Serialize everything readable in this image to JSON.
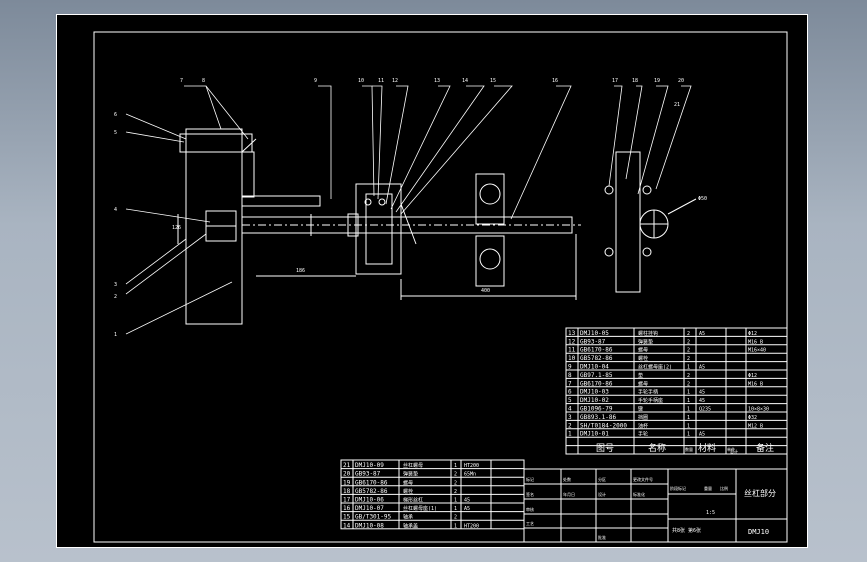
{
  "drawing": {
    "title": "丝杠部分",
    "code": "DMJ10",
    "scale": "1:5",
    "sheets": "共8张 第6张",
    "header_labels": {
      "drawing_no": "图号",
      "name": "名称",
      "qty": "数量",
      "material": "材料",
      "remark": "备注",
      "unit_weight": "单件",
      "total": "总计"
    },
    "signoff": [
      "标记",
      "处数",
      "分区",
      "更改文件号",
      "签名",
      "年月日",
      "设计",
      "标准化",
      "阶段标记",
      "重量",
      "比例",
      "审核",
      "工艺",
      "批准"
    ]
  },
  "balloons": [
    "1",
    "2",
    "3",
    "4",
    "5",
    "6",
    "7",
    "8",
    "9",
    "10",
    "11",
    "12",
    "13",
    "14",
    "15",
    "16",
    "17",
    "18",
    "19",
    "20",
    "21"
  ],
  "dims": {
    "d1": "186",
    "d2": "400",
    "d3": "126",
    "d4": "Φ50"
  },
  "bom_right": [
    {
      "no": "13",
      "code": "DMJ10-05",
      "name": "螺柱挂钩",
      "qty": "2",
      "mat": "A5",
      "rem": "Φ12"
    },
    {
      "no": "12",
      "code": "GB93-87",
      "name": "弹簧垫",
      "qty": "2",
      "mat": "",
      "rem": "M16 B"
    },
    {
      "no": "11",
      "code": "GB6170-86",
      "name": "螺母",
      "qty": "2",
      "mat": "",
      "rem": "M16×40"
    },
    {
      "no": "10",
      "code": "GB5782-86",
      "name": "螺栓",
      "qty": "2",
      "mat": "",
      "rem": ""
    },
    {
      "no": "9",
      "code": "DMJ10-04",
      "name": "丝杠螺母座(2)",
      "qty": "1",
      "mat": "A5",
      "rem": ""
    },
    {
      "no": "8",
      "code": "GB97.1-85",
      "name": "垫",
      "qty": "2",
      "mat": "",
      "rem": "Φ12"
    },
    {
      "no": "7",
      "code": "GB6170-86",
      "name": "螺母",
      "qty": "2",
      "mat": "",
      "rem": "M16 B"
    },
    {
      "no": "6",
      "code": "DMJ10-03",
      "name": "手轮手柄",
      "qty": "1",
      "mat": "45",
      "rem": ""
    },
    {
      "no": "5",
      "code": "DMJ10-02",
      "name": "手轮手柄座",
      "qty": "1",
      "mat": "45",
      "rem": ""
    },
    {
      "no": "4",
      "code": "GB1096-79",
      "name": "键",
      "qty": "1",
      "mat": "Q235",
      "rem": "10×8×30"
    },
    {
      "no": "3",
      "code": "GB893.1-86",
      "name": "挡圈",
      "qty": "1",
      "mat": "",
      "rem": "Φ32"
    },
    {
      "no": "2",
      "code": "SH/T0184-2000",
      "name": "油杯",
      "qty": "1",
      "mat": "",
      "rem": "M12 B"
    },
    {
      "no": "1",
      "code": "DMJ10-01",
      "name": "手轮",
      "qty": "1",
      "mat": "A5",
      "rem": ""
    }
  ],
  "bom_left": [
    {
      "no": "21",
      "code": "DMJ10-09",
      "name": "丝杠螺母",
      "qty": "1",
      "mat": "HT200",
      "rem": ""
    },
    {
      "no": "20",
      "code": "GB93-87",
      "name": "弹簧垫",
      "qty": "2",
      "mat": "65Mn",
      "rem": ""
    },
    {
      "no": "19",
      "code": "GB6170-86",
      "name": "螺母",
      "qty": "2",
      "mat": "",
      "rem": ""
    },
    {
      "no": "18",
      "code": "GB5782-86",
      "name": "螺栓",
      "qty": "2",
      "mat": "",
      "rem": ""
    },
    {
      "no": "17",
      "code": "DMJ10-06",
      "name": "梯形丝杠",
      "qty": "1",
      "mat": "45",
      "rem": ""
    },
    {
      "no": "16",
      "code": "DMJ10-07",
      "name": "丝杠螺母座(1)",
      "qty": "1",
      "mat": "A5",
      "rem": ""
    },
    {
      "no": "15",
      "code": "GB/T301-95",
      "name": "轴承",
      "qty": "2",
      "mat": "",
      "rem": ""
    },
    {
      "no": "14",
      "code": "DMJ10-08",
      "name": "轴承盖",
      "qty": "1",
      "mat": "HT200",
      "rem": ""
    }
  ]
}
